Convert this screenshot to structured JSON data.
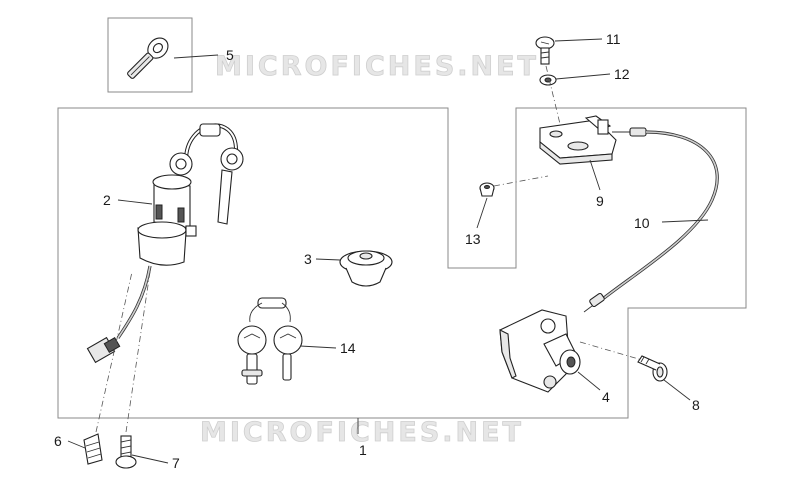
{
  "watermark": "MICROFICHES.NET",
  "callouts": {
    "c1": "1",
    "c2": "2",
    "c3": "3",
    "c4": "4",
    "c5": "5",
    "c6": "6",
    "c7": "7",
    "c8": "8",
    "c9": "9",
    "c10": "10",
    "c11": "11",
    "c12": "12",
    "c13": "13",
    "c14": "14"
  },
  "colors": {
    "line": "#222222",
    "frame": "#8a8a8a",
    "watermark": "#e6e6e6"
  }
}
